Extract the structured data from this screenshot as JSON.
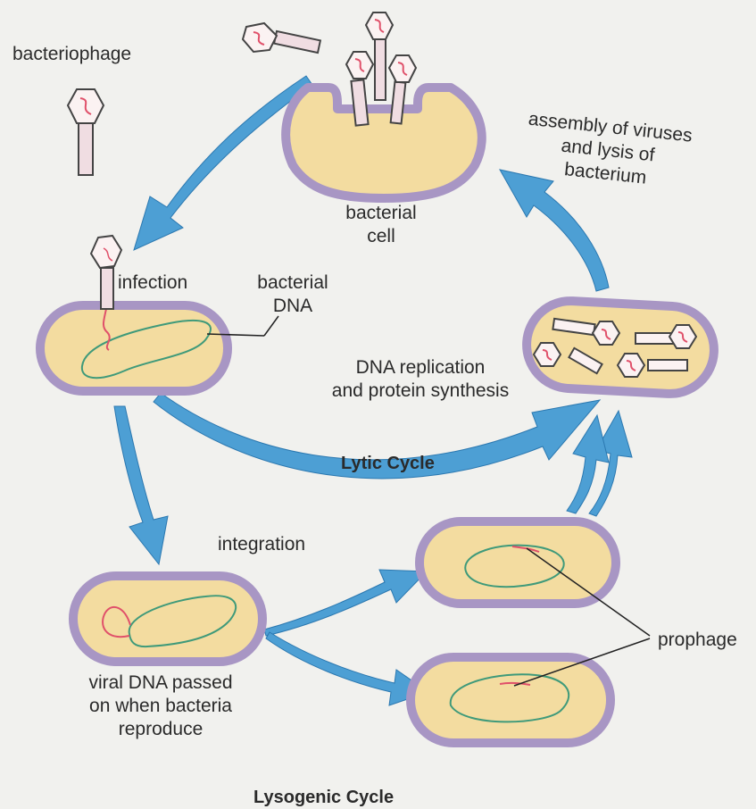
{
  "labels": {
    "bacteriophage": "bacteriophage",
    "bacterial_cell": [
      "bacterial",
      "cell"
    ],
    "assembly": [
      "assembly of viruses",
      "and lysis of",
      "bacterium"
    ],
    "infection": "infection",
    "bacterial_dna": [
      "bacterial",
      "DNA"
    ],
    "replication": [
      "DNA replication",
      "and protein synthesis"
    ],
    "lytic_cycle": "Lytic Cycle",
    "integration": "integration",
    "viral_dna_passed": [
      "viral DNA passed",
      "on when bacteria",
      "reproduce"
    ],
    "prophage": "prophage",
    "lysogenic_cycle": "Lysogenic Cycle"
  },
  "colors": {
    "cell_fill": "#f3dca0",
    "cell_border": "#a896c4",
    "arrow": "#4d9fd4",
    "bacterial_dna": "#3f9a7a",
    "viral_dna": "#e0506a"
  }
}
